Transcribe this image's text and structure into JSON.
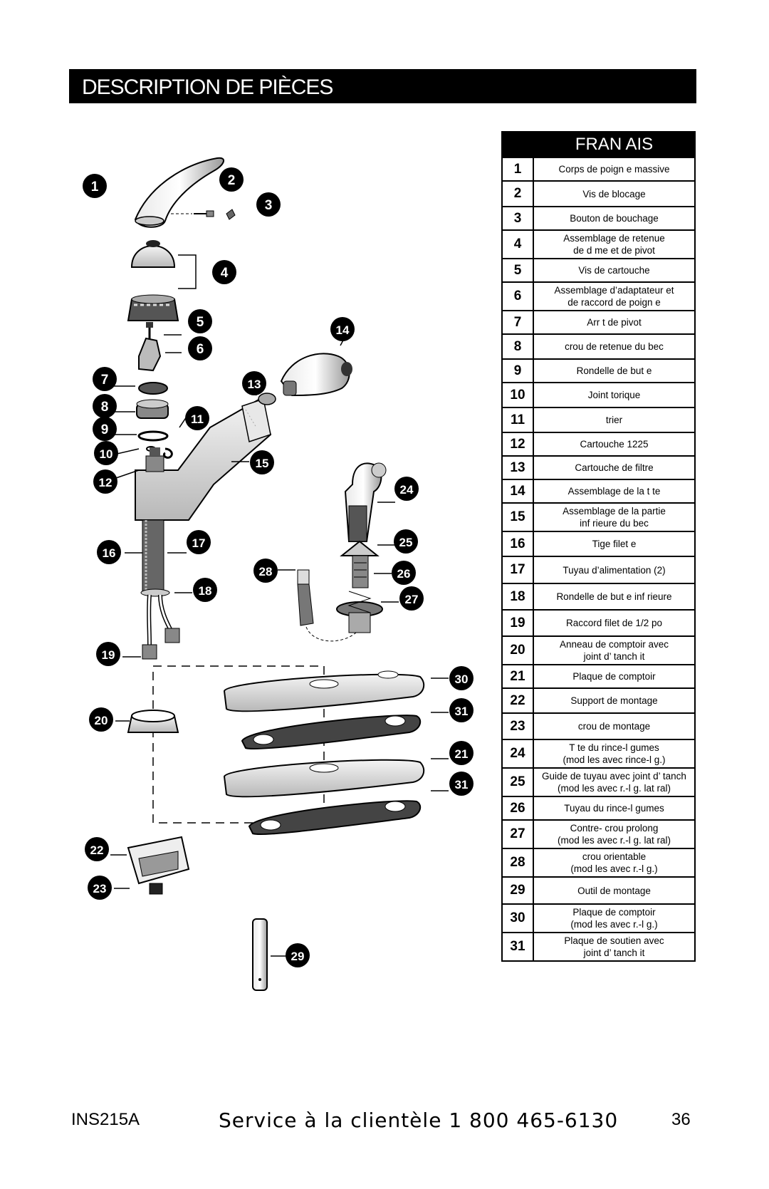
{
  "header": {
    "title": "DESCRIPTION DE PIÈCES"
  },
  "table": {
    "language": "FRAN AIS",
    "rows": [
      {
        "num": "1",
        "desc": "Corps de poign e massive"
      },
      {
        "num": "2",
        "desc": "Vis de blocage"
      },
      {
        "num": "3",
        "desc": "Bouton de bouchage"
      },
      {
        "num": "4",
        "desc": "Assemblage de retenue\nde d me et de pivot"
      },
      {
        "num": "5",
        "desc": "Vis de cartouche"
      },
      {
        "num": "6",
        "desc": "Assemblage d’adaptateur et\nde raccord de poign e"
      },
      {
        "num": "7",
        "desc": "Arr t de pivot"
      },
      {
        "num": "8",
        "desc": "crou de retenue du bec"
      },
      {
        "num": "9",
        "desc": "Rondelle de but e"
      },
      {
        "num": "10",
        "desc": "Joint torique"
      },
      {
        "num": "11",
        "desc": "trier"
      },
      {
        "num": "12",
        "desc": "Cartouche 1225"
      },
      {
        "num": "13",
        "desc": "Cartouche de filtre"
      },
      {
        "num": "14",
        "desc": "Assemblage de la t te"
      },
      {
        "num": "15",
        "desc": "Assemblage de la partie\ninf rieure du bec"
      },
      {
        "num": "16",
        "desc": "Tige filet e"
      },
      {
        "num": "17",
        "desc": "Tuyau d’alimentation (2)"
      },
      {
        "num": "18",
        "desc": "Rondelle de but e inf rieure"
      },
      {
        "num": "19",
        "desc": "Raccord filet  de 1/2 po"
      },
      {
        "num": "20",
        "desc": "Anneau de comptoir avec\njoint d’ tanch it"
      },
      {
        "num": "21",
        "desc": "Plaque de comptoir"
      },
      {
        "num": "22",
        "desc": "Support de montage"
      },
      {
        "num": "23",
        "desc": "crou de montage"
      },
      {
        "num": "24",
        "desc": "T te du rince-l gumes\n(mod les avec rince-l g.)"
      },
      {
        "num": "25",
        "desc": "Guide de tuyau avec joint d’ tanch\n(mod les avec r.-l g. lat ral)"
      },
      {
        "num": "26",
        "desc": "Tuyau du rince-l gumes"
      },
      {
        "num": "27",
        "desc": "Contre- crou prolong\n(mod les avec r.-l g. lat ral)"
      },
      {
        "num": "28",
        "desc": "crou orientable\n(mod les avec r.-l g.)"
      },
      {
        "num": "29",
        "desc": "Outil de montage"
      },
      {
        "num": "30",
        "desc": "Plaque de comptoir\n(mod les avec r.-l g.)"
      },
      {
        "num": "31",
        "desc": "Plaque de soutien avec\njoint d’ tanch it"
      }
    ]
  },
  "callouts": [
    "1",
    "2",
    "3",
    "4",
    "5",
    "6",
    "7",
    "8",
    "9",
    "10",
    "11",
    "12",
    "13",
    "14",
    "15",
    "16",
    "17",
    "18",
    "19",
    "20",
    "21",
    "22",
    "23",
    "24",
    "25",
    "26",
    "27",
    "28",
    "29",
    "30",
    "31"
  ],
  "footer": {
    "doc_code": "INS215A",
    "service": "Service à la clientèle 1 800 465-6130",
    "page_number": "36"
  }
}
